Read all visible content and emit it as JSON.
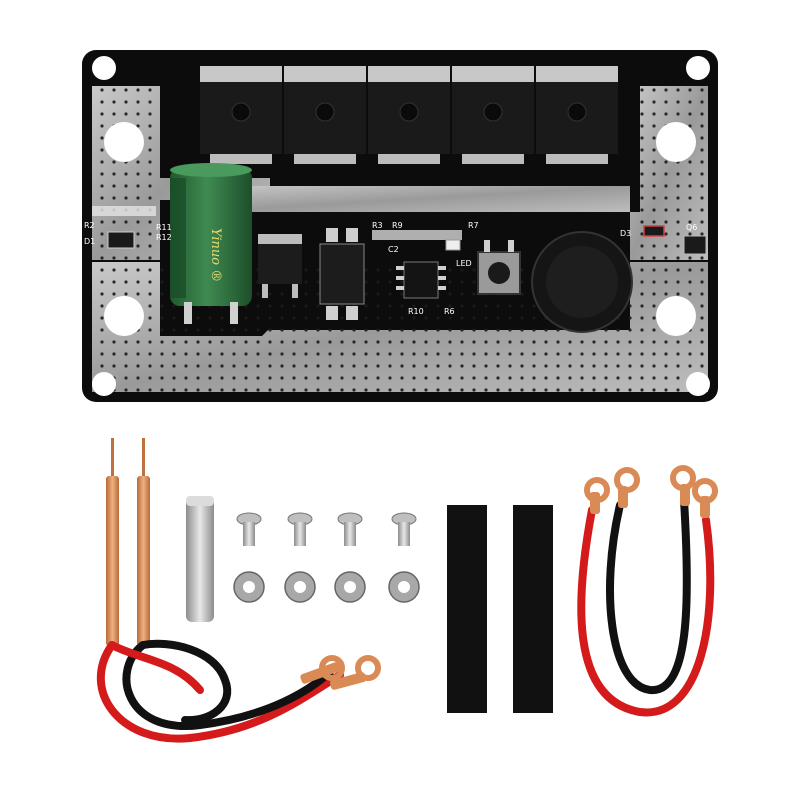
{
  "board": {
    "labels": {
      "r2": "R2",
      "d1": "D1",
      "r11": "R11",
      "r12": "R12",
      "r3": "R3",
      "r9": "R9",
      "c2": "C2",
      "r7": "R7",
      "led": "LED",
      "r10": "R10",
      "r6": "R6",
      "d3": "D3",
      "q6": "Q6"
    },
    "capacitor_print": "Yinuo ®",
    "colors": {
      "pcb": "#0c0c0c",
      "copper_plate": "#a8a8a8",
      "capacitor": "#2c6e3c",
      "silkscreen": "#ffffff"
    }
  },
  "accessories": {
    "pen_count": 2,
    "screw_count": 4,
    "washer_count": 4,
    "heat_shrink_count": 2,
    "colors": {
      "red_wire": "#d41a1a",
      "black_wire": "#111111",
      "copper": "#d98a55",
      "steel": "#b8b8b8"
    }
  }
}
